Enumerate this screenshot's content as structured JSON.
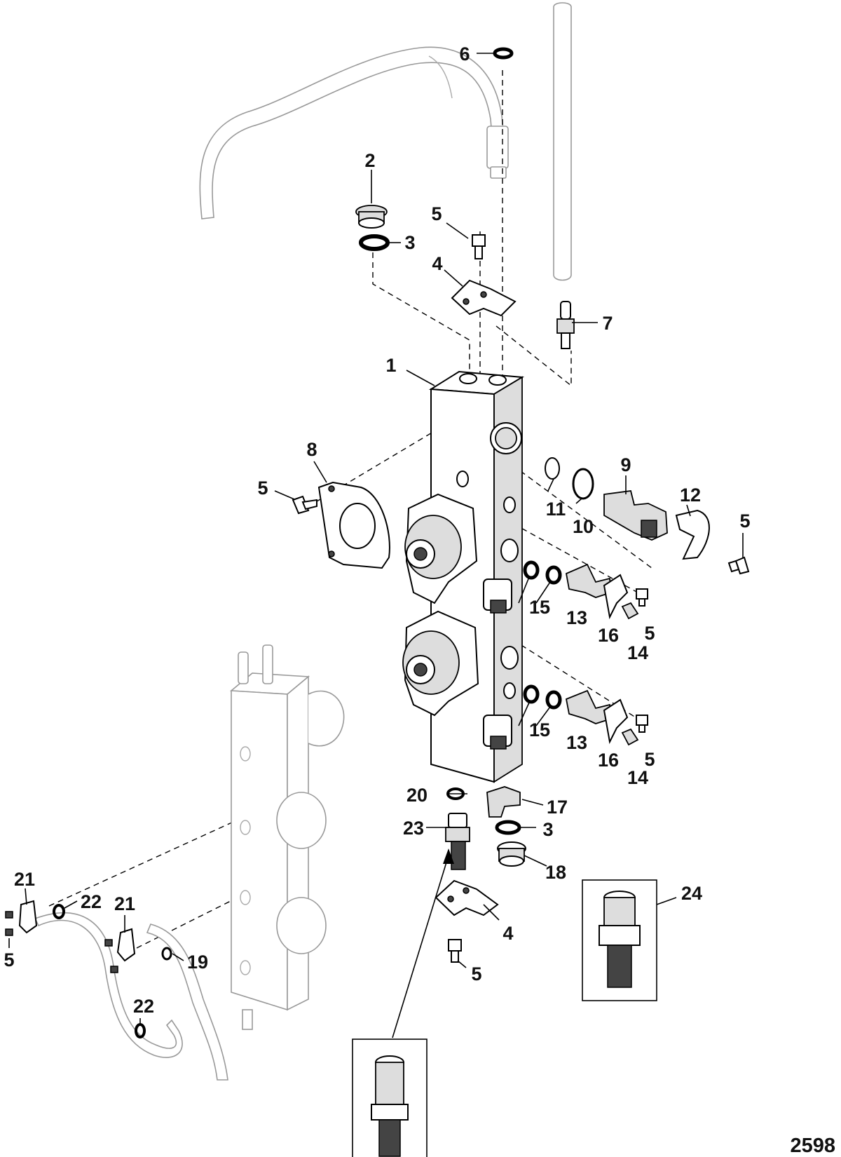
{
  "figure_number": "2598",
  "callouts": {
    "c1": "1",
    "c2": "2",
    "c3a": "3",
    "c3b": "3",
    "c4a": "4",
    "c4b": "4",
    "c5a": "5",
    "c5b": "5",
    "c5c": "5",
    "c5d": "5",
    "c5e": "5",
    "c5f": "5",
    "c5g": "5",
    "c6": "6",
    "c7": "7",
    "c8": "8",
    "c9": "9",
    "c10": "10",
    "c11": "11",
    "c12": "12",
    "c13a": "13",
    "c13b": "13",
    "c14a": "14",
    "c14b": "14",
    "c15a": "15",
    "c15b": "15",
    "c16a": "16",
    "c16b": "16",
    "c17": "17",
    "c18": "18",
    "c19": "19",
    "c20": "20",
    "c21a": "21",
    "c21b": "21",
    "c22a": "22",
    "c22b": "22",
    "c23": "23",
    "c24": "24"
  }
}
